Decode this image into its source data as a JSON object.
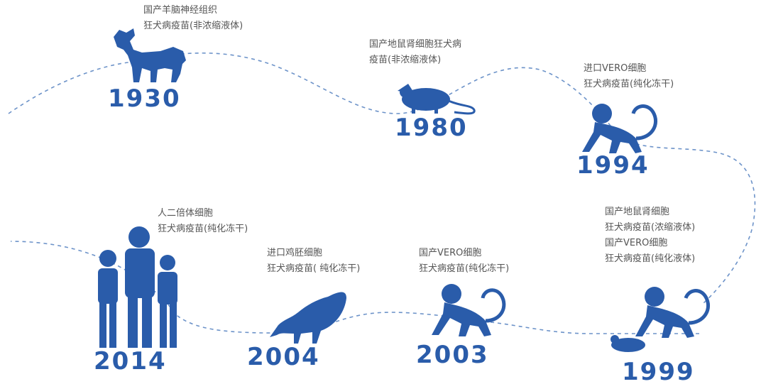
{
  "colors": {
    "primary": "#2a5caa",
    "path": "#6d93c9",
    "text": "#555555"
  },
  "milestones": [
    {
      "year": "1930",
      "icon": "goat-icon",
      "caption": [
        "国产羊脑神经组织",
        "狂犬病疫苗(非浓缩液体)"
      ]
    },
    {
      "year": "1980",
      "icon": "mouse-icon",
      "caption": [
        "国产地鼠肾细胞狂犬病",
        "疫苗(非浓缩液体)"
      ]
    },
    {
      "year": "1994",
      "icon": "monkey-icon",
      "caption": [
        "进口VERO细胞",
        "狂犬病疫苗(纯化冻干)"
      ]
    },
    {
      "year": "1999",
      "icon": "monkey-mouse-icon",
      "caption": [
        "国产地鼠肾细胞",
        "狂犬病疫苗(浓缩液体)",
        "国产VERO细胞",
        "狂犬病疫苗(纯化液体)"
      ]
    },
    {
      "year": "2003",
      "icon": "monkey-icon",
      "caption": [
        "国产VERO细胞",
        "狂犬病疫苗(纯化冻干)"
      ]
    },
    {
      "year": "2004",
      "icon": "chicken-icon",
      "caption": [
        "进口鸡胚细胞",
        "狂犬病疫苗( 纯化冻干)"
      ]
    },
    {
      "year": "2014",
      "icon": "family-icon",
      "caption": [
        "人二倍体细胞",
        "狂犬病疫苗(纯化冻干)"
      ]
    }
  ]
}
